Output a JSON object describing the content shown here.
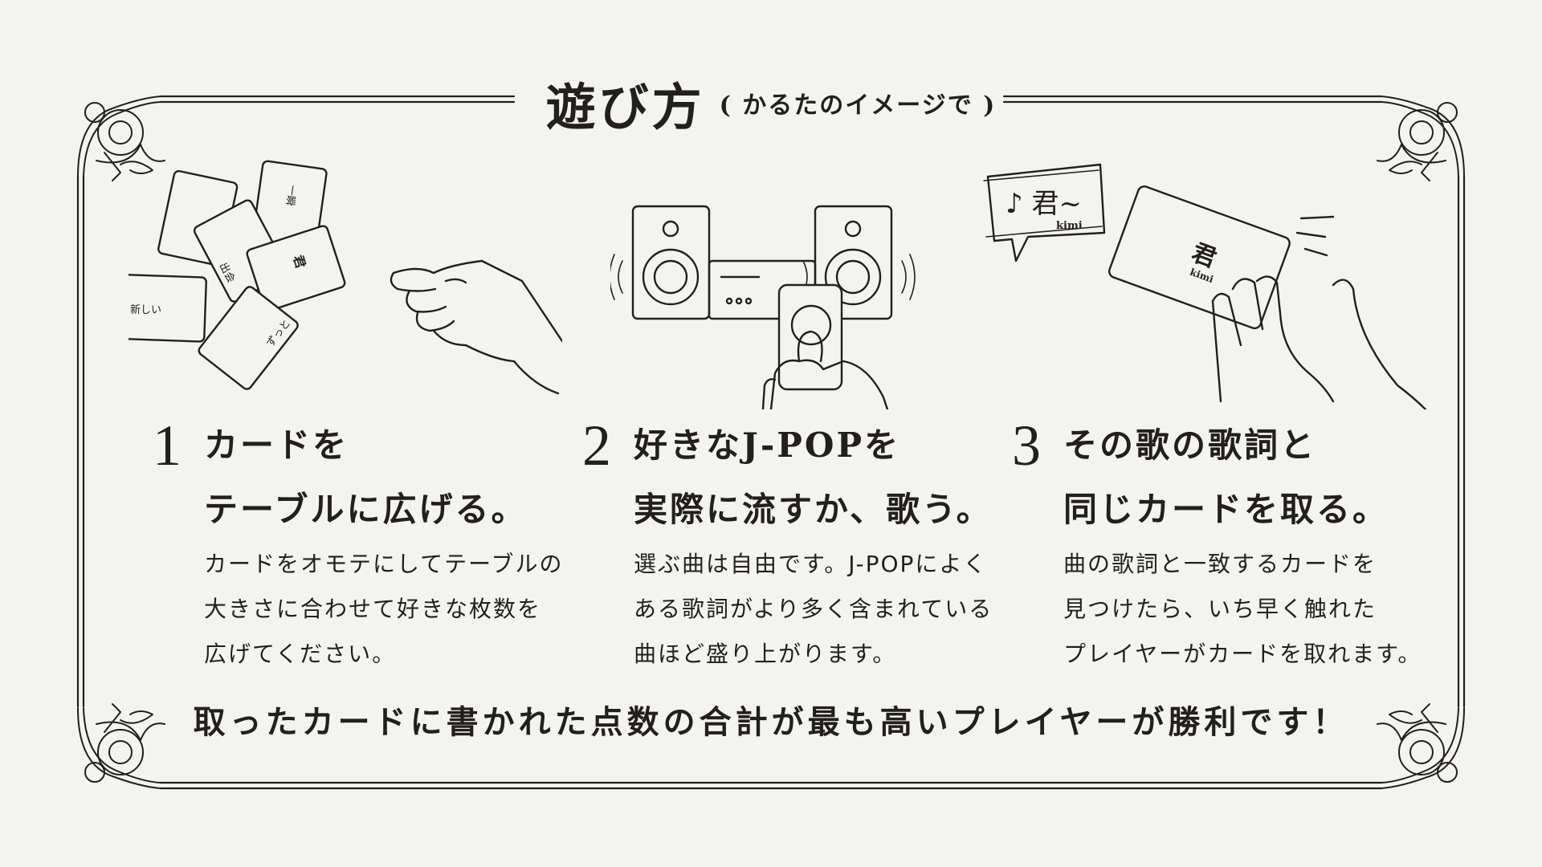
{
  "title": {
    "main": "遊び方",
    "sub": "( かるたのイメージで )"
  },
  "illustration1": {
    "card_words": [
      "一瞬",
      "出会",
      "君",
      "ずっと",
      "新しい"
    ]
  },
  "illustration3": {
    "bubble_text": "♪ 君~",
    "bubble_romaji": "kimi",
    "card_word": "君",
    "card_romaji": "kimi"
  },
  "steps": [
    {
      "number": "1",
      "heading": "カードを\nテーブルに広げる。",
      "description": "カードをオモテにしてテーブルの\n大きさに合わせて好きな枚数を\n広げてください。"
    },
    {
      "number": "2",
      "heading": "好きなJ-POPを\n実際に流すか、歌う。",
      "description": "選ぶ曲は自由です。J-POPによく\nある歌詞がより多く含まれている\n曲ほど盛り上がります。"
    },
    {
      "number": "3",
      "heading": "その歌の歌詞と\n同じカードを取る。",
      "description": "曲の歌詞と一致するカードを\n見つけたら、いち早く触れた\nプレイヤーがカードを取れます。"
    }
  ],
  "footer": "取ったカードに書かれた点数の合計が最も高いプレイヤーが勝利です！",
  "colors": {
    "background": "#f3f3f1",
    "ink": "#231f1e"
  }
}
